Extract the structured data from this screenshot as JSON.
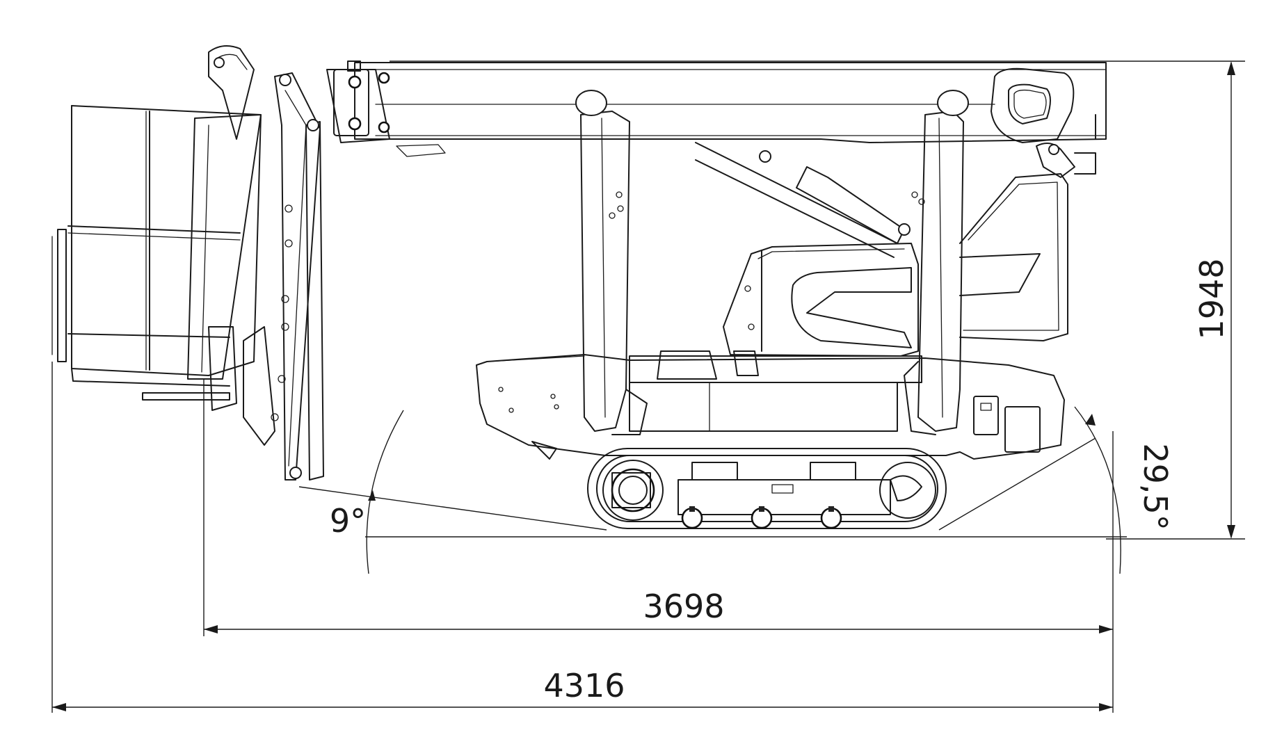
{
  "dimensions": {
    "overall_length": "4316",
    "track_length": "3698",
    "height": "1948",
    "approach_angle": "9°",
    "departure_angle": "29,5°"
  },
  "colors": {
    "line": "#1a1a1a",
    "background": "#ffffff"
  }
}
